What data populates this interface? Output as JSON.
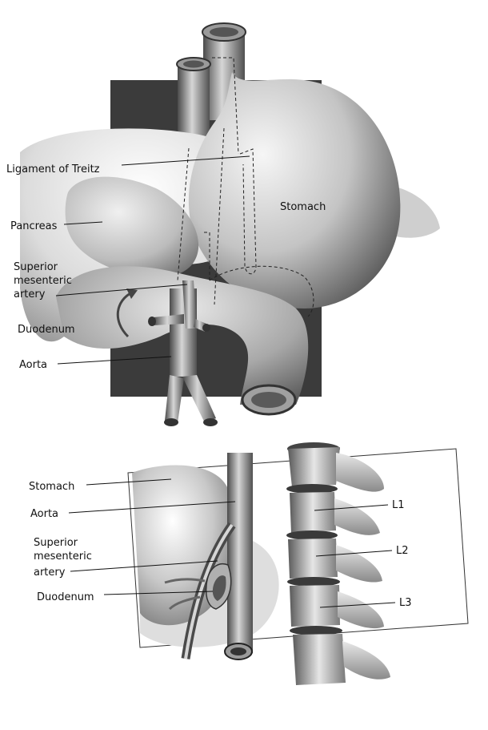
{
  "upper_view": {
    "labels": {
      "ligament": "Ligament of Treitz",
      "pancreas": "Pancreas",
      "sma_1": "Superior",
      "sma_2": "mesenteric",
      "sma_3": "artery",
      "duodenum": "Duodenum",
      "aorta": "Aorta",
      "stomach": "Stomach"
    }
  },
  "lower_view": {
    "labels": {
      "stomach": "Stomach",
      "aorta": "Aorta",
      "sma_1": "Superior",
      "sma_2": "mesenteric",
      "sma_3": "artery",
      "duodenum": "Duodenum",
      "l1": "L1",
      "l2": "L2",
      "l3": "L3"
    }
  },
  "colors": {
    "backdrop": "#3a3a3a",
    "tissue_light": "#f2f2f2",
    "tissue_dark": "#6e6e6e",
    "vessel": "#8a8a8a"
  }
}
